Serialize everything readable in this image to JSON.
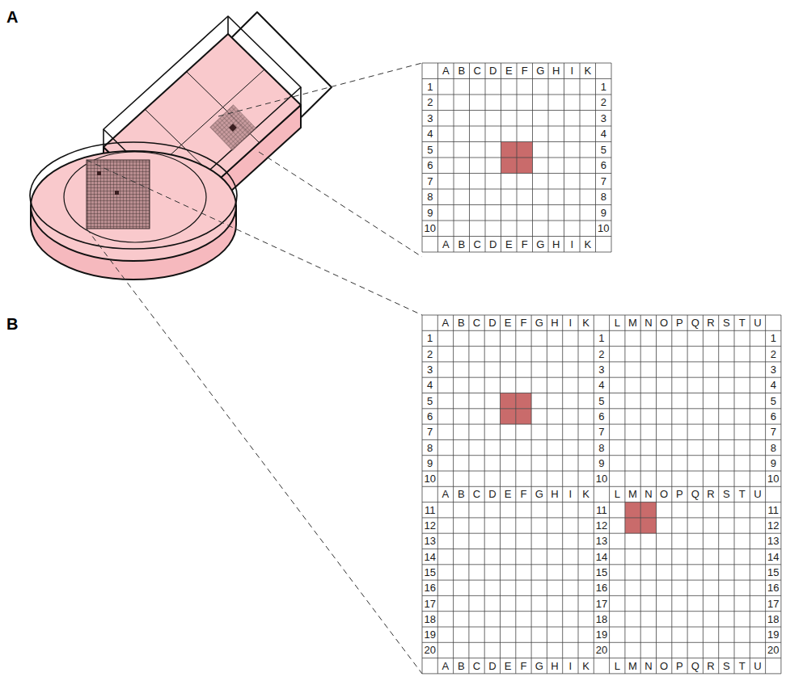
{
  "diagram": {
    "labels": [
      "A",
      "A",
      "B",
      "C",
      "D",
      "E",
      "F",
      "G",
      "H",
      "I",
      "K",
      "1",
      "1",
      "2",
      "2",
      "3",
      "3",
      "4",
      "4",
      "5",
      "5",
      "6",
      "6",
      "7",
      "7",
      "8",
      "8",
      "9",
      "9",
      "10",
      "10",
      "A",
      "B",
      "C",
      "D",
      "E",
      "F",
      "G",
      "H",
      "I",
      "K",
      "B",
      "A",
      "B",
      "C",
      "D",
      "E",
      "F",
      "G",
      "H",
      "I",
      "K",
      "L",
      "M",
      "N",
      "O",
      "P",
      "Q",
      "R",
      "S",
      "T",
      "U",
      "1",
      "1",
      "1",
      "2",
      "2",
      "2",
      "3",
      "3",
      "3",
      "4",
      "4",
      "4",
      "5",
      "5",
      "5",
      "6",
      "6",
      "6",
      "7",
      "7",
      "7",
      "8",
      "8",
      "8",
      "9",
      "9",
      "9",
      "10",
      "10",
      "10",
      "A",
      "B",
      "C",
      "D",
      "E",
      "F",
      "G",
      "H",
      "I",
      "K",
      "L",
      "M",
      "N",
      "O",
      "P",
      "Q",
      "R",
      "S",
      "T",
      "U",
      "11",
      "11",
      "11",
      "12",
      "12",
      "12",
      "13",
      "13",
      "13",
      "14",
      "14",
      "14",
      "15",
      "15",
      "15",
      "16",
      "16",
      "16",
      "17",
      "17",
      "17",
      "18",
      "18",
      "18",
      "19",
      "19",
      "19",
      "20",
      "20",
      "20",
      "A",
      "B",
      "C",
      "D",
      "E",
      "F",
      "G",
      "H",
      "I",
      "K",
      "L",
      "M",
      "N",
      "O",
      "P",
      "Q",
      "R",
      "S",
      "T",
      "U"
    ]
  }
}
